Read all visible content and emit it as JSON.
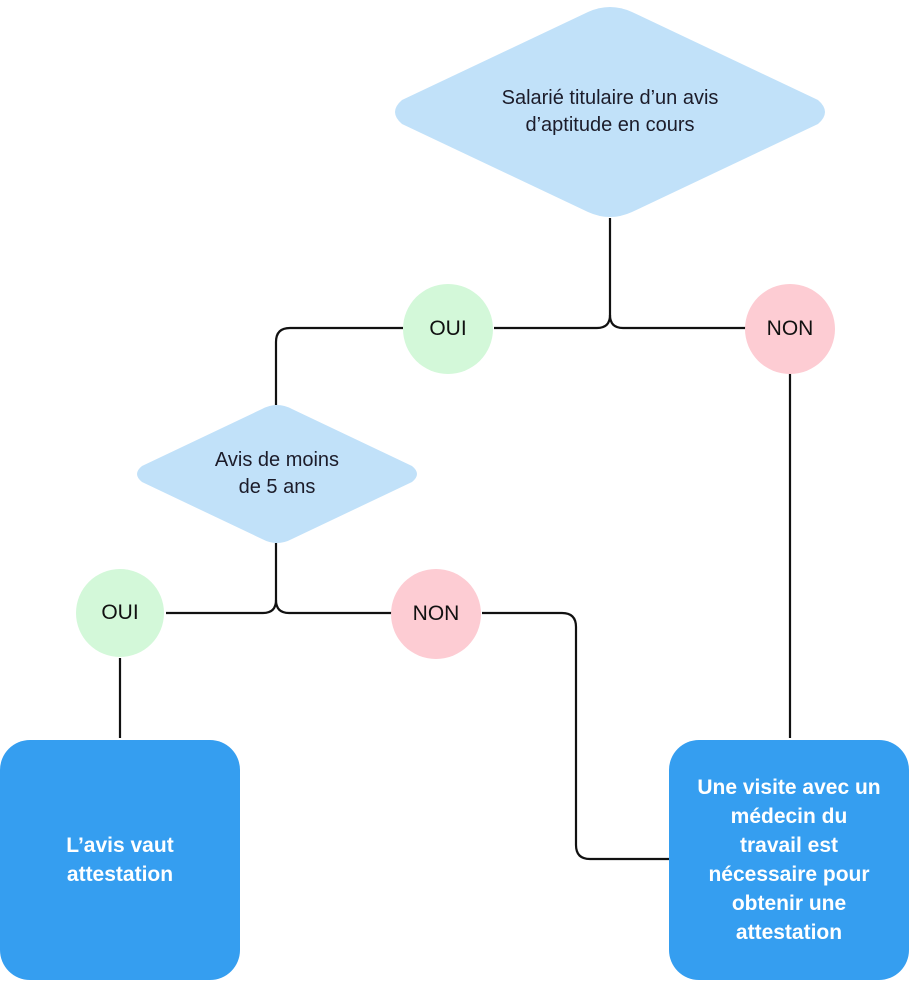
{
  "diagram": {
    "title": "",
    "colors": {
      "decision_fill": "#c1e1f9",
      "yes_fill": "#d3f8d9",
      "no_fill": "#fdccd3",
      "result_fill": "#359ef0",
      "connector": "#111111"
    },
    "nodes": {
      "decision1": {
        "text_line1": "Salarié titulaire d’un avis",
        "text_line2": "d’aptitude en cours"
      },
      "decision1_yes": {
        "label": "OUI"
      },
      "decision1_no": {
        "label": "NON"
      },
      "decision2": {
        "text_line1": "Avis de moins",
        "text_line2": "de 5 ans"
      },
      "decision2_yes": {
        "label": "OUI"
      },
      "decision2_no": {
        "label": "NON"
      },
      "result_valid": {
        "text_line1": "L’avis vaut",
        "text_line2": "attestation"
      },
      "result_visit": {
        "lines": [
          "Une visite avec un",
          "médecin du",
          "travail est",
          "nécessaire pour",
          "obtenir une",
          "attestation"
        ]
      }
    },
    "edges": [
      {
        "from": "decision1",
        "to": "decision1_yes"
      },
      {
        "from": "decision1",
        "to": "decision1_no"
      },
      {
        "from": "decision1_yes",
        "to": "decision2"
      },
      {
        "from": "decision1_no",
        "to": "result_visit"
      },
      {
        "from": "decision2",
        "to": "decision2_yes"
      },
      {
        "from": "decision2",
        "to": "decision2_no"
      },
      {
        "from": "decision2_yes",
        "to": "result_valid"
      },
      {
        "from": "decision2_no",
        "to": "result_visit"
      }
    ]
  }
}
